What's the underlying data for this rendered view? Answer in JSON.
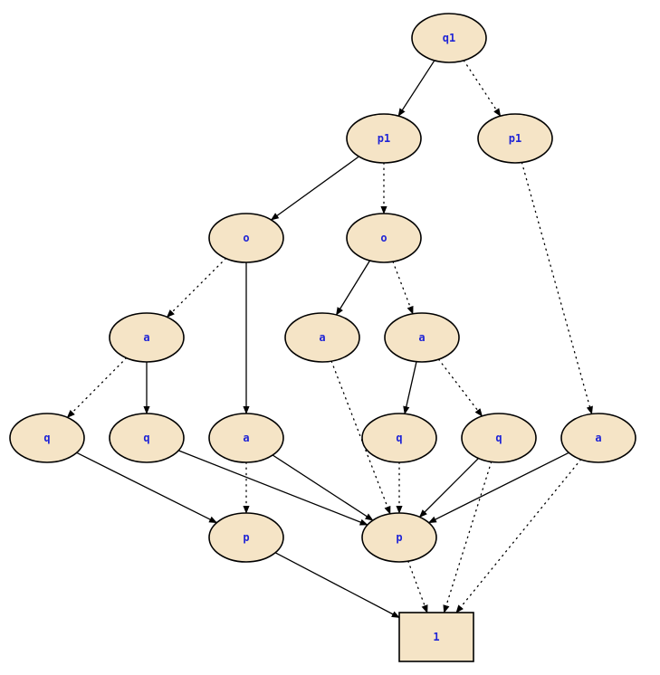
{
  "diagram": {
    "nodes": [
      {
        "id": "q1_root",
        "label": "q1",
        "shape": "ellipse"
      },
      {
        "id": "p1_left",
        "label": "p1",
        "shape": "ellipse"
      },
      {
        "id": "p1_right",
        "label": "p1",
        "shape": "ellipse"
      },
      {
        "id": "o_left",
        "label": "o",
        "shape": "ellipse"
      },
      {
        "id": "o_mid",
        "label": "o",
        "shape": "ellipse"
      },
      {
        "id": "a_1",
        "label": "a",
        "shape": "ellipse"
      },
      {
        "id": "a_2",
        "label": "a",
        "shape": "ellipse"
      },
      {
        "id": "a_3",
        "label": "a",
        "shape": "ellipse"
      },
      {
        "id": "q_1",
        "label": "q",
        "shape": "ellipse"
      },
      {
        "id": "q_2",
        "label": "q",
        "shape": "ellipse"
      },
      {
        "id": "a_4",
        "label": "a",
        "shape": "ellipse"
      },
      {
        "id": "q_3",
        "label": "q",
        "shape": "ellipse"
      },
      {
        "id": "q_4",
        "label": "q",
        "shape": "ellipse"
      },
      {
        "id": "a_5",
        "label": "a",
        "shape": "ellipse"
      },
      {
        "id": "p_left",
        "label": "p",
        "shape": "ellipse"
      },
      {
        "id": "p_mid",
        "label": "p",
        "shape": "ellipse"
      },
      {
        "id": "terminal_1",
        "label": "1",
        "shape": "box"
      }
    ],
    "edges": [
      {
        "from": "q1_root",
        "to": "p1_left",
        "style": "solid"
      },
      {
        "from": "q1_root",
        "to": "p1_right",
        "style": "dotted"
      },
      {
        "from": "p1_left",
        "to": "o_left",
        "style": "solid"
      },
      {
        "from": "p1_left",
        "to": "o_mid",
        "style": "dotted"
      },
      {
        "from": "p1_right",
        "to": "a_5",
        "style": "dotted"
      },
      {
        "from": "o_left",
        "to": "a_1",
        "style": "dotted"
      },
      {
        "from": "o_left",
        "to": "a_4",
        "style": "solid"
      },
      {
        "from": "o_mid",
        "to": "a_2",
        "style": "solid"
      },
      {
        "from": "o_mid",
        "to": "a_3",
        "style": "dotted"
      },
      {
        "from": "a_1",
        "to": "q_1",
        "style": "dotted"
      },
      {
        "from": "a_1",
        "to": "q_2",
        "style": "solid"
      },
      {
        "from": "a_2",
        "to": "p_mid",
        "style": "dotted"
      },
      {
        "from": "a_3",
        "to": "q_3",
        "style": "solid"
      },
      {
        "from": "a_3",
        "to": "q_4",
        "style": "dotted"
      },
      {
        "from": "q_1",
        "to": "p_left",
        "style": "solid"
      },
      {
        "from": "q_2",
        "to": "p_mid",
        "style": "solid"
      },
      {
        "from": "a_4",
        "to": "p_left",
        "style": "dotted"
      },
      {
        "from": "a_4",
        "to": "p_mid",
        "style": "solid"
      },
      {
        "from": "q_3",
        "to": "p_mid",
        "style": "dotted"
      },
      {
        "from": "q_4",
        "to": "p_mid",
        "style": "solid"
      },
      {
        "from": "q_4",
        "to": "terminal_1",
        "style": "dotted"
      },
      {
        "from": "a_5",
        "to": "p_mid",
        "style": "solid"
      },
      {
        "from": "a_5",
        "to": "terminal_1",
        "style": "dotted"
      },
      {
        "from": "p_left",
        "to": "terminal_1",
        "style": "solid"
      },
      {
        "from": "p_mid",
        "to": "terminal_1",
        "style": "dotted"
      }
    ]
  }
}
